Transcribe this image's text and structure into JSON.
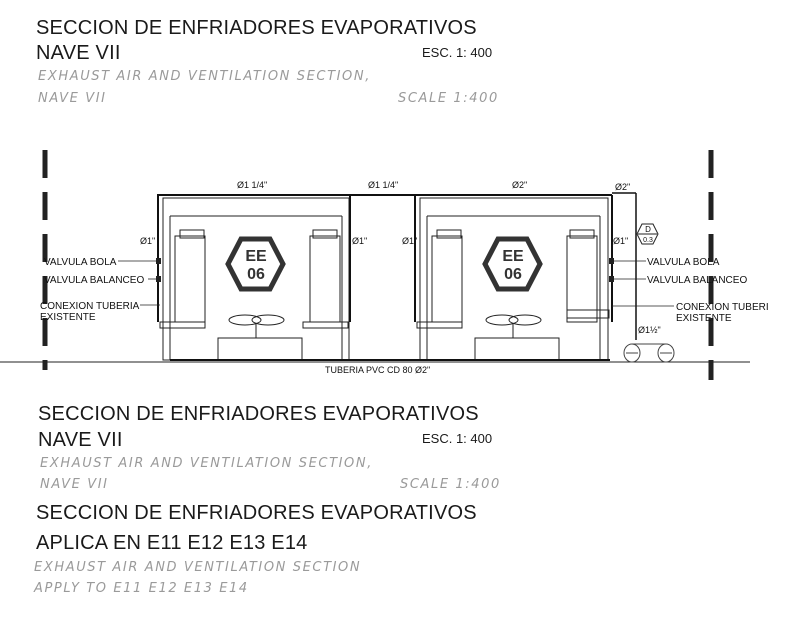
{
  "blocks": [
    {
      "title_line1": "SECCION DE ENFRIADORES EVAPORATIVOS",
      "title_line2": "NAVE VII",
      "scale": "ESC. 1: 400",
      "sub_line1": "EXHAUST AIR AND VENTILATION SECTION,",
      "sub_line2": "NAVE VII",
      "sub_scale": "SCALE 1:400"
    },
    {
      "title_line1": "SECCION DE ENFRIADORES EVAPORATIVOS",
      "title_line2": "NAVE VII",
      "scale": "ESC. 1: 400",
      "sub_line1": "EXHAUST AIR AND VENTILATION SECTION,",
      "sub_line2": "NAVE VII",
      "sub_scale": "SCALE 1:400"
    },
    {
      "title_line1": "SECCION DE ENFRIADORES EVAPORATIVOS",
      "title_line2": "APLICA EN E11 E12 E13 E14",
      "sub_line1": "EXHAUST AIR AND VENTILATION SECTION",
      "sub_line2": "APPLY TO E11 E12 E13 E14"
    }
  ],
  "drawing": {
    "pipe_top_left": "Ø1 1/4\"",
    "pipe_top_mid": "Ø1 1/4\"",
    "pipe_top_right": "Ø2\"",
    "pipe_top_far": "Ø2\"",
    "drop_1": "Ø1\"",
    "drop_2": "Ø1\"",
    "drop_3": "Ø1\"",
    "drop_4": "Ø1\"",
    "valve_ball_left": "VALVULA BOLA",
    "valve_balance_left": "VALVULA BALANCEO",
    "conn_left_1": "CONEXION TUBERIA",
    "conn_left_2": "EXISTENTE",
    "valve_ball_right": "VALVULA BOLA",
    "valve_balance_right": "VALVULA BALANCEO",
    "conn_right_1": "CONEXION TUBERI",
    "conn_right_2": "EXISTENTE",
    "logo_1": "EE",
    "logo_2": "06",
    "detail_top": "D",
    "detail_bottom": "0.3",
    "side_pipe": "Ø1½\"",
    "bottom_pipe": "TUBERIA PVC CD 80 Ø2\""
  }
}
